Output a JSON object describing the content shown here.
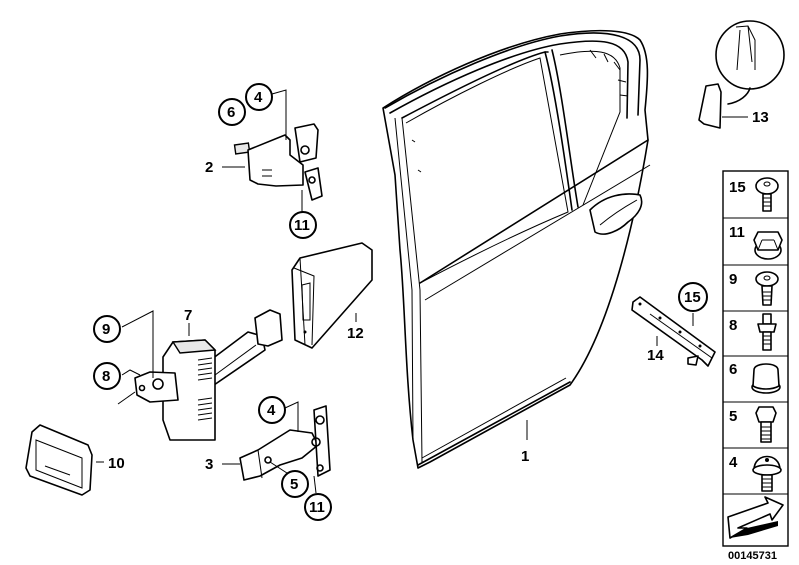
{
  "diagram": {
    "title": "Rear door parts diagram",
    "callouts": [
      {
        "id": "c1",
        "label": "1",
        "circled": false
      },
      {
        "id": "c2",
        "label": "2",
        "circled": false
      },
      {
        "id": "c3",
        "label": "3",
        "circled": false
      },
      {
        "id": "c4a",
        "label": "4",
        "circled": true
      },
      {
        "id": "c4b",
        "label": "4",
        "circled": true
      },
      {
        "id": "c5",
        "label": "5",
        "circled": true
      },
      {
        "id": "c6",
        "label": "6",
        "circled": true
      },
      {
        "id": "c7",
        "label": "7",
        "circled": false
      },
      {
        "id": "c8",
        "label": "8",
        "circled": true
      },
      {
        "id": "c9",
        "label": "9",
        "circled": true
      },
      {
        "id": "c10",
        "label": "10",
        "circled": false
      },
      {
        "id": "c11a",
        "label": "11",
        "circled": true
      },
      {
        "id": "c11b",
        "label": "11",
        "circled": true
      },
      {
        "id": "c12",
        "label": "12",
        "circled": false
      },
      {
        "id": "c13",
        "label": "13",
        "circled": false
      },
      {
        "id": "c14",
        "label": "14",
        "circled": false
      },
      {
        "id": "c15",
        "label": "15",
        "circled": true
      }
    ],
    "fastener_legend": [
      {
        "label": "15",
        "icon": "bolt-flange-icon"
      },
      {
        "label": "11",
        "icon": "hex-nut-icon"
      },
      {
        "label": "9",
        "icon": "countersunk-screw-icon"
      },
      {
        "label": "8",
        "icon": "stud-bolt-icon"
      },
      {
        "label": "6",
        "icon": "cap-icon"
      },
      {
        "label": "5",
        "icon": "hex-bolt-icon"
      },
      {
        "label": "4",
        "icon": "dome-bolt-icon"
      }
    ],
    "arrow_icon": "arrow-down-left-icon",
    "diagram_code": "00145731"
  }
}
